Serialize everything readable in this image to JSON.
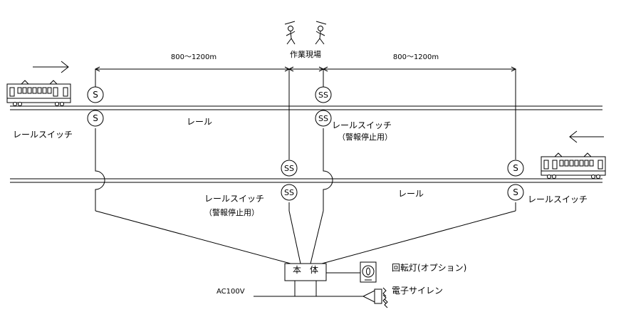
{
  "labels": {
    "work_site": "作業現場",
    "distance_left": "800～1200m",
    "distance_right": "800～1200m",
    "rail_upper": "レール",
    "rail_lower": "レール",
    "rail_switch_left": "レールスイッチ",
    "rail_switch_center_upper": "レールスイッチ",
    "alarm_stop_upper": "（警報停止用）",
    "rail_switch_center_lower": "レールスイッチ",
    "alarm_stop_lower": "（警報停止用）",
    "rail_switch_right": "レールスイッチ",
    "main_unit": "本　体",
    "rotating_light": "回転灯(オプション)",
    "electronic_siren": "電子サイレン",
    "power": "AC100V"
  },
  "sensors": {
    "s_single": "S",
    "s_double": "SS"
  },
  "colors": {
    "line": "#000000",
    "background": "#ffffff"
  }
}
